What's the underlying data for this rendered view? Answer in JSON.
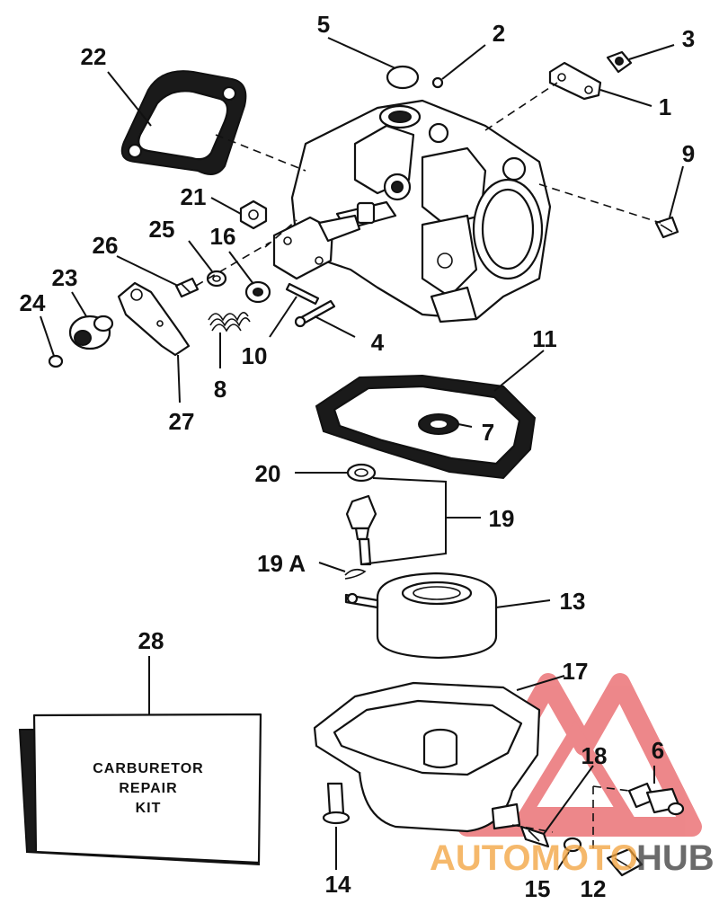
{
  "diagram": {
    "callouts": [
      {
        "id": "c1",
        "text": "1"
      },
      {
        "id": "c2",
        "text": "2"
      },
      {
        "id": "c3",
        "text": "3"
      },
      {
        "id": "c4",
        "text": "4"
      },
      {
        "id": "c5",
        "text": "5"
      },
      {
        "id": "c6",
        "text": "6"
      },
      {
        "id": "c7",
        "text": "7"
      },
      {
        "id": "c8",
        "text": "8"
      },
      {
        "id": "c9",
        "text": "9"
      },
      {
        "id": "c10",
        "text": "10"
      },
      {
        "id": "c11",
        "text": "11"
      },
      {
        "id": "c12",
        "text": "12"
      },
      {
        "id": "c13",
        "text": "13"
      },
      {
        "id": "c14",
        "text": "14"
      },
      {
        "id": "c15",
        "text": "15"
      },
      {
        "id": "c16",
        "text": "16"
      },
      {
        "id": "c17",
        "text": "17"
      },
      {
        "id": "c18",
        "text": "18"
      },
      {
        "id": "c19",
        "text": "19"
      },
      {
        "id": "c19a",
        "text": "19 A"
      },
      {
        "id": "c20",
        "text": "20"
      },
      {
        "id": "c21",
        "text": "21"
      },
      {
        "id": "c22",
        "text": "22"
      },
      {
        "id": "c23",
        "text": "23"
      },
      {
        "id": "c24",
        "text": "24"
      },
      {
        "id": "c25",
        "text": "25"
      },
      {
        "id": "c26",
        "text": "26"
      },
      {
        "id": "c27",
        "text": "27"
      },
      {
        "id": "c28",
        "text": "28"
      }
    ],
    "repair_kit": {
      "line1": "CARBURETOR",
      "line2": "REPAIR",
      "line3": "KIT"
    }
  },
  "watermark": {
    "text_part1": "AUTOMOTO",
    "text_part2": "HUB",
    "color_primary": "#e0262c",
    "color_secondary": "#f2a13a",
    "color_dark": "#3a3a3a"
  }
}
